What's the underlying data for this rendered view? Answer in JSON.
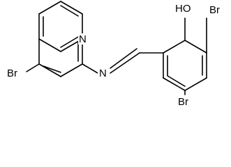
{
  "molecule": {
    "labels": {
      "hydroxyl": "HO",
      "quinoline_n": "N",
      "imine_n": "N",
      "br_quinoline": "Br",
      "br_phenol_ortho": "Br",
      "br_phenol_para": "Br"
    },
    "colors": {
      "bond": "#000000",
      "text": "#000000",
      "background": "#ffffff"
    }
  }
}
